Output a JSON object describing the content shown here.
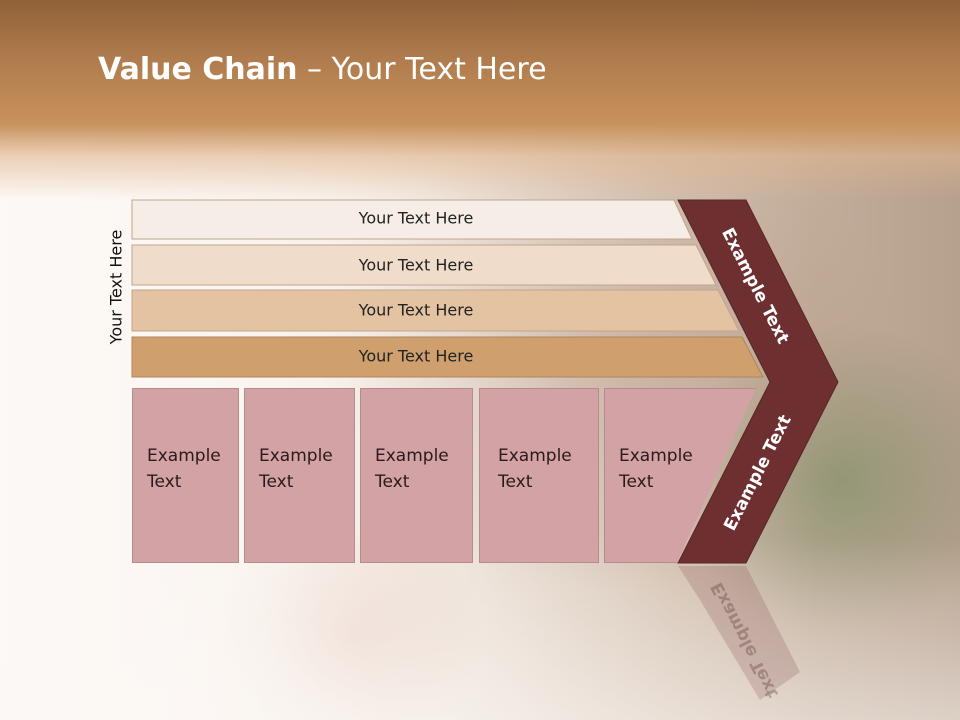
{
  "title": {
    "bold": "Value Chain",
    "rest": " – Your Text Here"
  },
  "side_label": "Your Text Here",
  "rows": [
    {
      "label": "Your Text Here",
      "color": "#f6eee6"
    },
    {
      "label": "Your Text Here",
      "color": "#efdccb"
    },
    {
      "label": "Your Text Here",
      "color": "#e4c3a3"
    },
    {
      "label": "Your Text Here",
      "color": "#cfa06d"
    }
  ],
  "arrow": {
    "top_label": "Example Text",
    "bottom_label": "Example Text",
    "color": "#6e2f31"
  },
  "cards": [
    {
      "line1": "Example",
      "line2": "Text"
    },
    {
      "line1": "Example",
      "line2": "Text"
    },
    {
      "line1": "Example",
      "line2": "Text"
    },
    {
      "line1": "Example",
      "line2": "Text"
    },
    {
      "line1": "Example",
      "line2": "Text"
    }
  ],
  "colors": {
    "card": "#d3a2a4",
    "title_band": "#b07c4d"
  }
}
